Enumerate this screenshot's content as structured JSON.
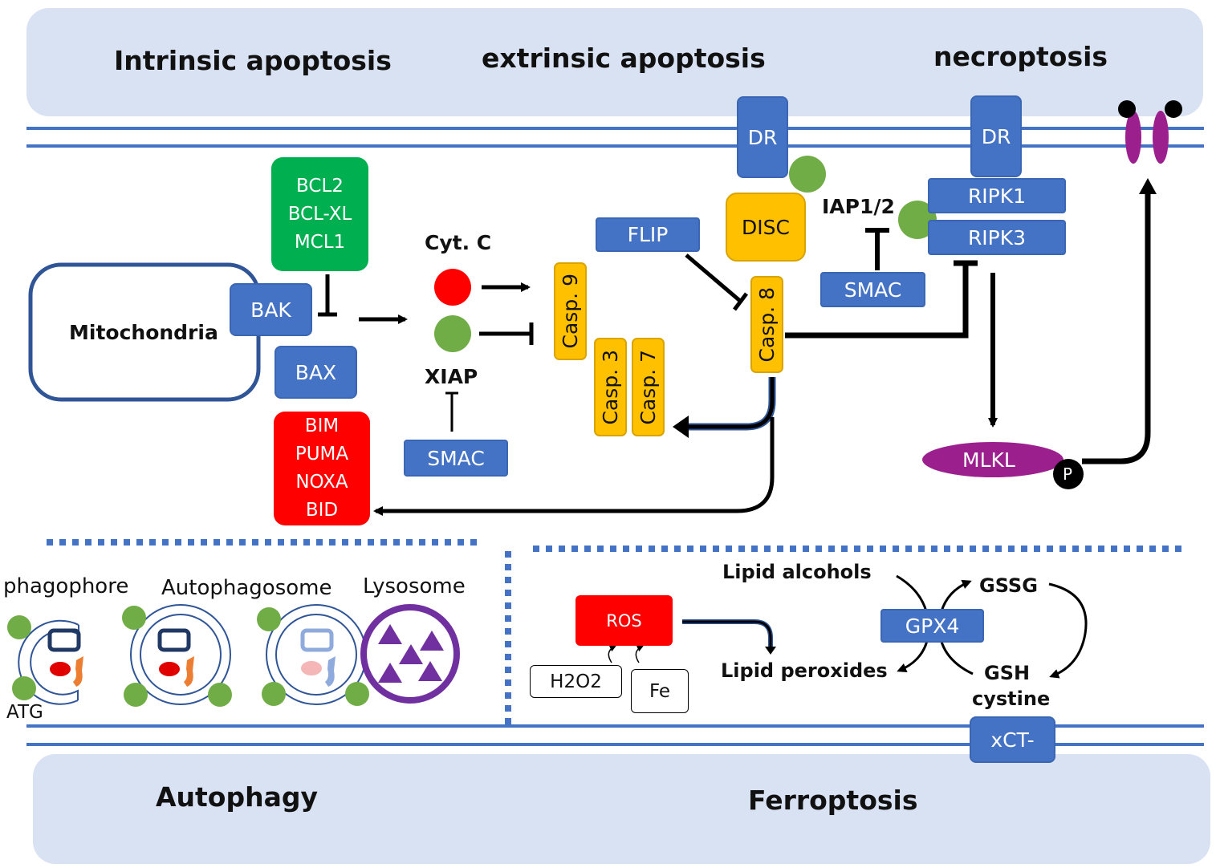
{
  "sections": {
    "intrinsic": "Intrinsic apoptosis",
    "extrinsic": "extrinsic apoptosis",
    "necroptosis": "necroptosis",
    "autophagy": "Autophagy",
    "ferroptosis": "Ferroptosis"
  },
  "intrinsic": {
    "mitochondria": "Mitochondria",
    "anti_apoptotic": [
      "BCL2",
      "BCL-XL",
      "MCL1"
    ],
    "bak": "BAK",
    "bax": "BAX",
    "bh3_only": [
      "BIM",
      "PUMA",
      "NOXA",
      "BID"
    ],
    "cyt_c": "Cyt. C",
    "xiap": "XIAP",
    "smac": "SMAC",
    "casp9": "Casp. 9",
    "casp3": "Casp. 3",
    "casp7": "Casp. 7"
  },
  "extrinsic": {
    "dr": "DR",
    "disc": "DISC",
    "flip": "FLIP",
    "casp8": "Casp. 8",
    "iap": "IAP1/2",
    "smac": "SMAC"
  },
  "necroptosis": {
    "dr": "DR",
    "ripk1": "RIPK1",
    "ripk3": "RIPK3",
    "mlkl": "MLKL",
    "p": "P"
  },
  "autophagy": {
    "phagophore": "phagophore",
    "autophagosome": "Autophagosome",
    "lysosome": "Lysosome",
    "atg": "ATG"
  },
  "ferroptosis": {
    "ros": "ROS",
    "h2o2": "H2O2",
    "fe": "Fe",
    "lipid_alcohols": "Lipid alcohols",
    "lipid_peroxides": "Lipid peroxides",
    "gpx4": "GPX4",
    "gssg": "GSSG",
    "gsh": "GSH",
    "cystine": "cystine",
    "xct": "xCT-"
  },
  "colors": {
    "blue": "#4472c4",
    "band": "#d9e2f3",
    "yellow": "#ffc000",
    "red": "#ff0000",
    "green": "#00b050",
    "light_green": "#70ad47",
    "purple": "#9c1f8e",
    "lysosome_purple": "#7030a0"
  }
}
